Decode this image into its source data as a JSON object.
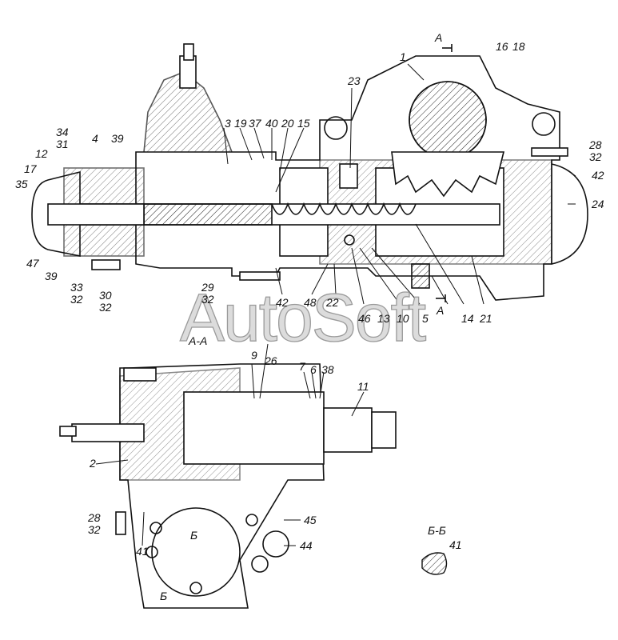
{
  "figure": {
    "watermark": "AutoSoft",
    "section_aa_title": "А-А",
    "section_bb_title": "Б-Б",
    "section_mark_a": "А",
    "section_mark_b": "Б",
    "labels": {
      "l1": "1",
      "l16": "16",
      "l18": "18",
      "l23": "23",
      "l28a": "28",
      "l32a": "32",
      "l42a": "42",
      "l24": "24",
      "l34": "34",
      "l31": "31",
      "l4": "4",
      "l39a": "39",
      "l3": "3",
      "l19": "19",
      "l37": "37",
      "l40": "40",
      "l20": "20",
      "l15": "15",
      "l12": "12",
      "l17": "17",
      "l35": "35",
      "l47": "47",
      "l39b": "39",
      "l33": "33",
      "l32b": "32",
      "l30": "30",
      "l32c": "32",
      "l29": "29",
      "l32d": "32",
      "l42b": "42",
      "l48": "48",
      "l22": "22",
      "l46": "46",
      "l13": "13",
      "l10": "10",
      "l5": "5",
      "l14": "14",
      "l21": "21",
      "l9": "9",
      "l26": "26",
      "l7": "7",
      "l6": "6",
      "l38": "38",
      "l11": "11",
      "l2": "2",
      "l28b": "28",
      "l32e": "32",
      "l41a": "41",
      "l45": "45",
      "l44": "44",
      "l41b": "41"
    }
  }
}
